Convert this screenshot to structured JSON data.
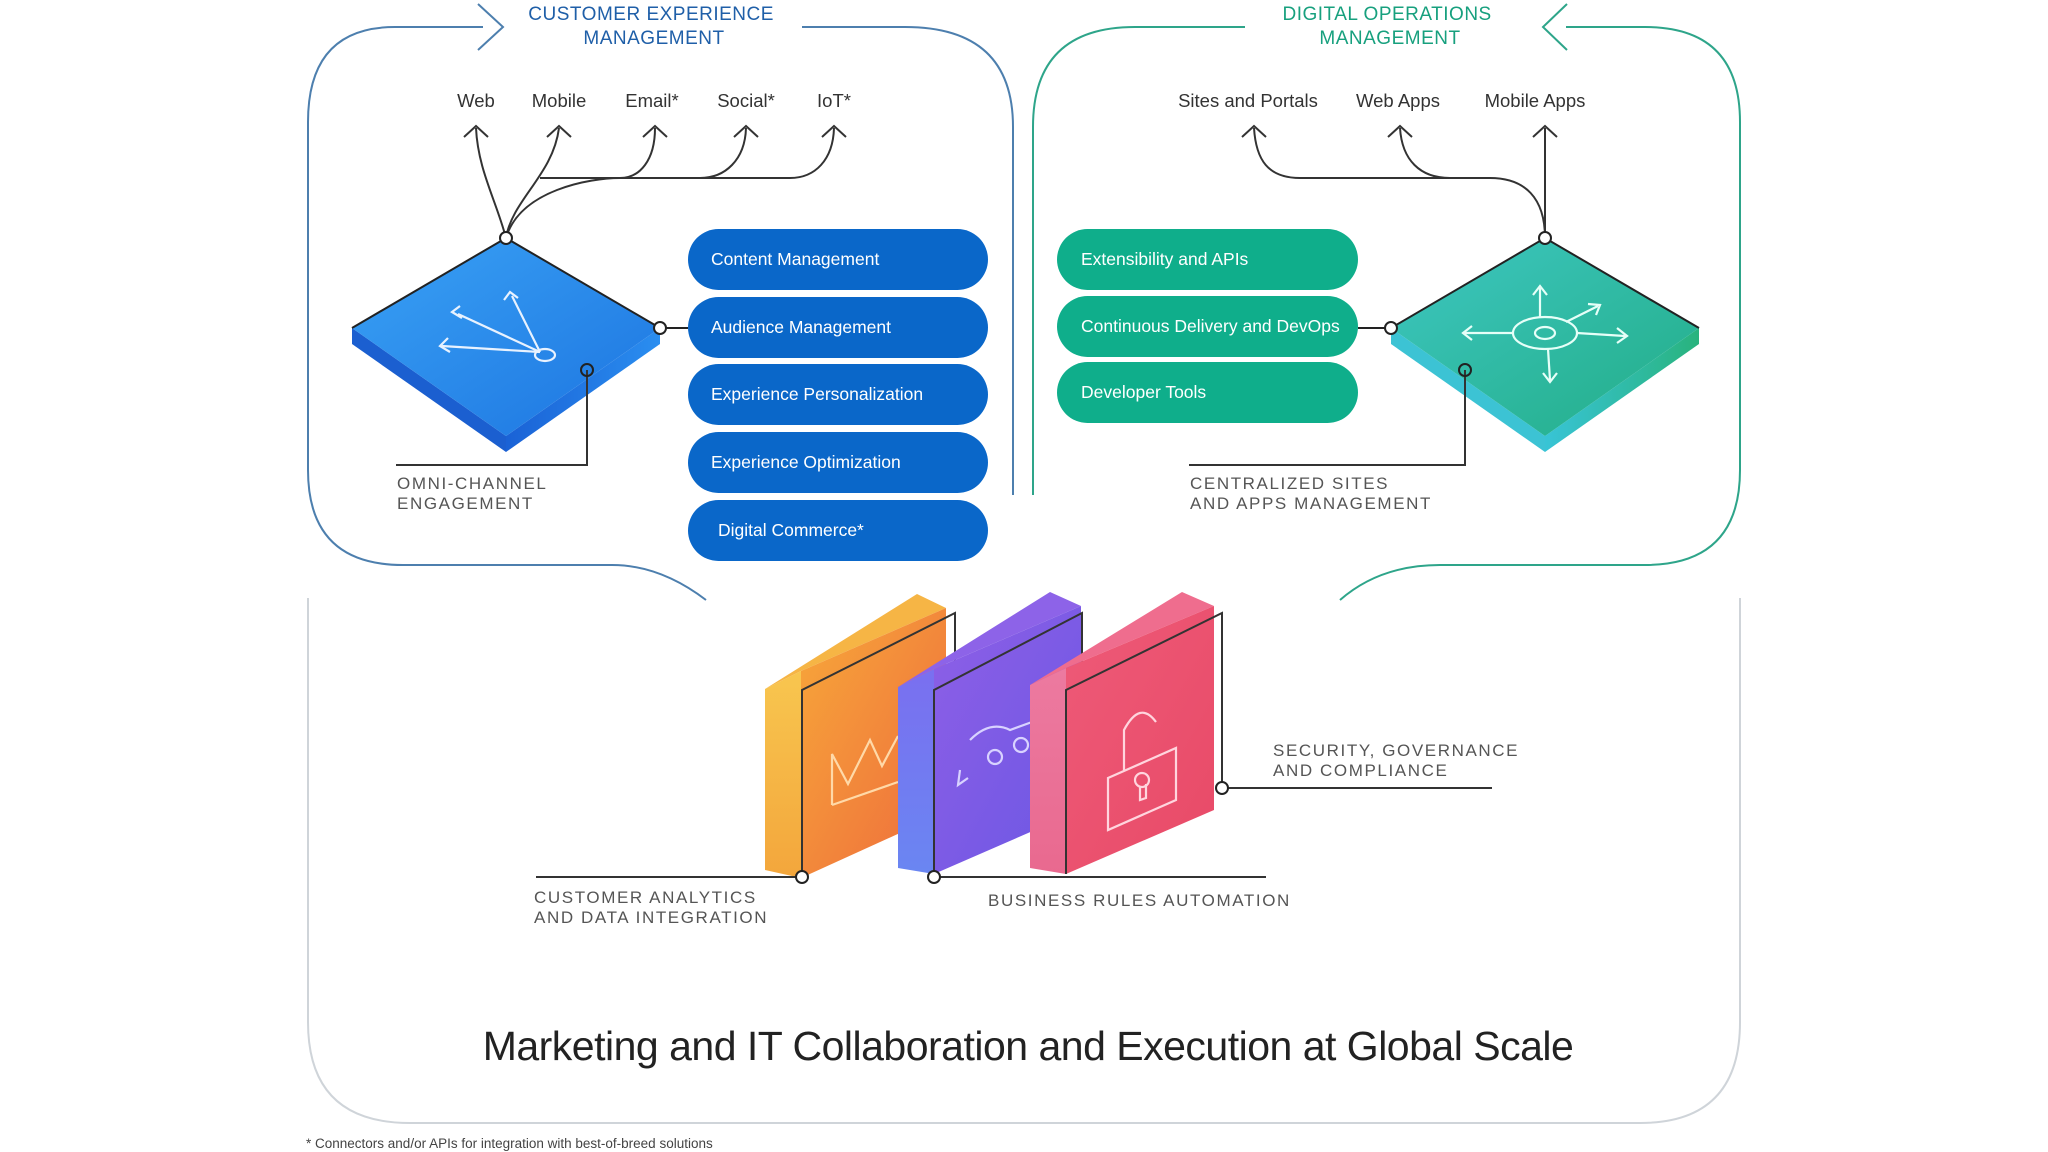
{
  "cx": {
    "heading": [
      "CUSTOMER EXPERIENCE",
      "MANAGEMENT"
    ],
    "channels": [
      "Web",
      "Mobile",
      "Email*",
      "Social*",
      "IoT*"
    ],
    "capabilities": [
      "Content Management",
      "Audience Management",
      "Experience Personalization",
      "Experience Optimization",
      "Digital Commerce*"
    ],
    "hub_caption": [
      "OMNI-CHANNEL",
      "ENGAGEMENT"
    ],
    "accent": "#1565c0",
    "pill_color": "#0a67c9"
  },
  "ops": {
    "heading": [
      "DIGITAL OPERATIONS",
      "MANAGEMENT"
    ],
    "channels": [
      "Sites and Portals",
      "Web Apps",
      "Mobile Apps"
    ],
    "capabilities": [
      "Extensibility and APIs",
      "Continuous Delivery and DevOps",
      "Developer Tools"
    ],
    "hub_caption": [
      "CENTRALIZED SITES",
      "AND APPS MANAGEMENT"
    ],
    "accent": "#20a083",
    "pill_color": "#0fae8b"
  },
  "foundation": {
    "analytics_caption": [
      "CUSTOMER ANALYTICS",
      "AND DATA INTEGRATION"
    ],
    "rules_caption": [
      "BUSINESS RULES AUTOMATION"
    ],
    "security_caption": [
      "SECURITY, GOVERNANCE",
      "AND COMPLIANCE"
    ]
  },
  "title": "Marketing and IT Collaboration and Execution at Global Scale",
  "footnote": "* Connectors and/or APIs for integration with best-of-breed solutions"
}
